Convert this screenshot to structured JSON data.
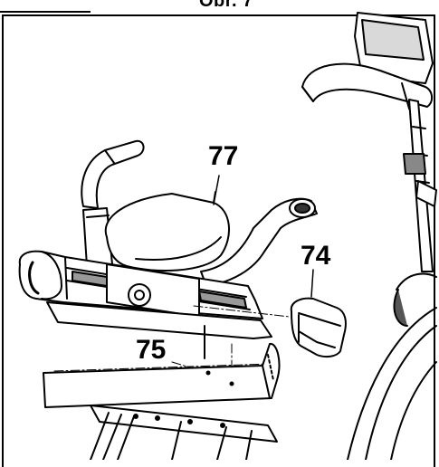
{
  "header": {
    "title": "Obr. 7"
  },
  "callouts": {
    "seat": "77",
    "pedal": "74",
    "rail": "75"
  },
  "colors": {
    "line": "#000000",
    "shade": "#555555",
    "fill": "#ffffff"
  }
}
